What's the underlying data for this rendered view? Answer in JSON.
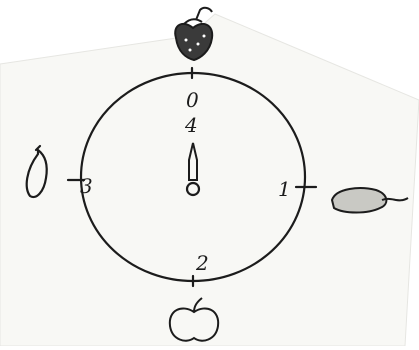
{
  "dial": {
    "labels": {
      "top": "0",
      "center": "4",
      "right": "1",
      "bottom": "2",
      "left": "3"
    }
  },
  "fruits": {
    "top": "strawberry-icon",
    "right": "lemon-icon",
    "bottom": "apple-icon",
    "left": "banana-icon"
  },
  "colors": {
    "ink": "#1c1c1c",
    "paper": "#f8f8f5",
    "background": "#ffffff"
  }
}
